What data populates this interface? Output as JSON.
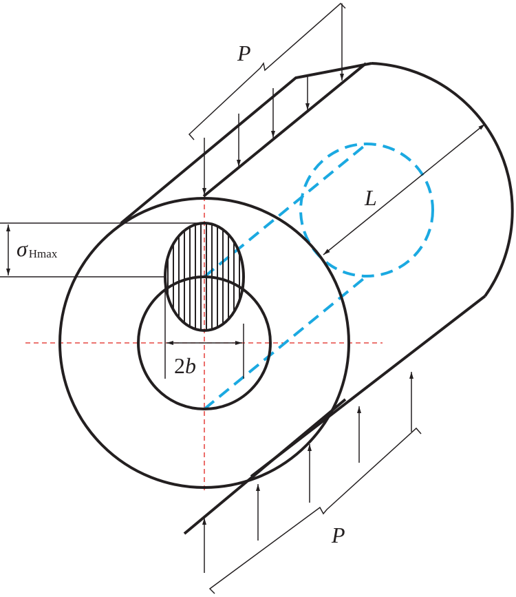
{
  "labels": {
    "load_top": "P",
    "load_bottom": "P",
    "length": "L",
    "stress_symbol": "σ",
    "stress_subscript": "Hmax",
    "width_coeff": "2",
    "width_var": "b"
  },
  "colors": {
    "outline": "#231f20",
    "hidden_edges": "#1ba9e1",
    "centerlines": "#e0201b"
  }
}
